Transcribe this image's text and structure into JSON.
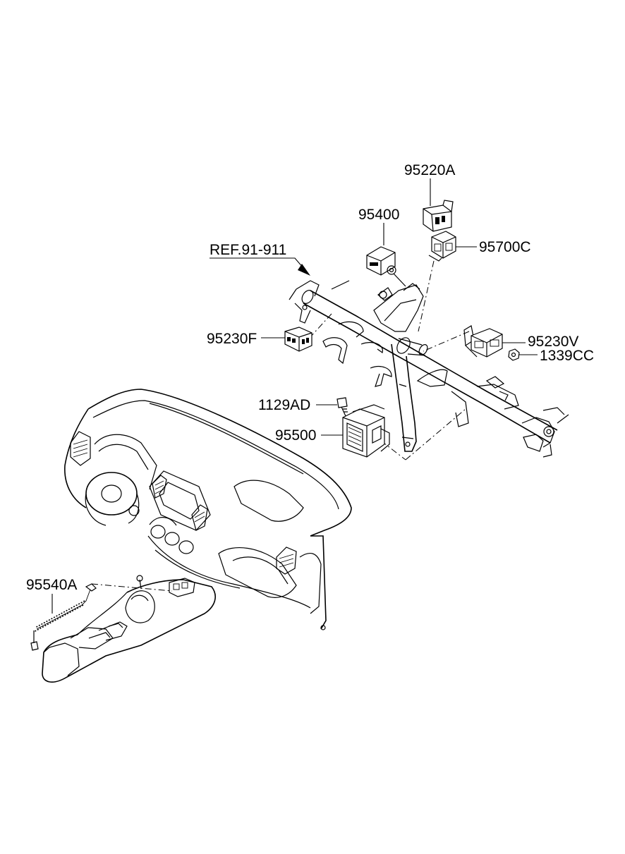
{
  "labels": {
    "p95220A": "95220A",
    "p95400": "95400",
    "p95700C": "95700C",
    "ref": "REF.91-911",
    "p95230F": "95230F",
    "p95230V": "95230V",
    "p1339CC": "1339CC",
    "p1129AD": "1129AD",
    "p95500": "95500",
    "p95540A": "95540A"
  }
}
